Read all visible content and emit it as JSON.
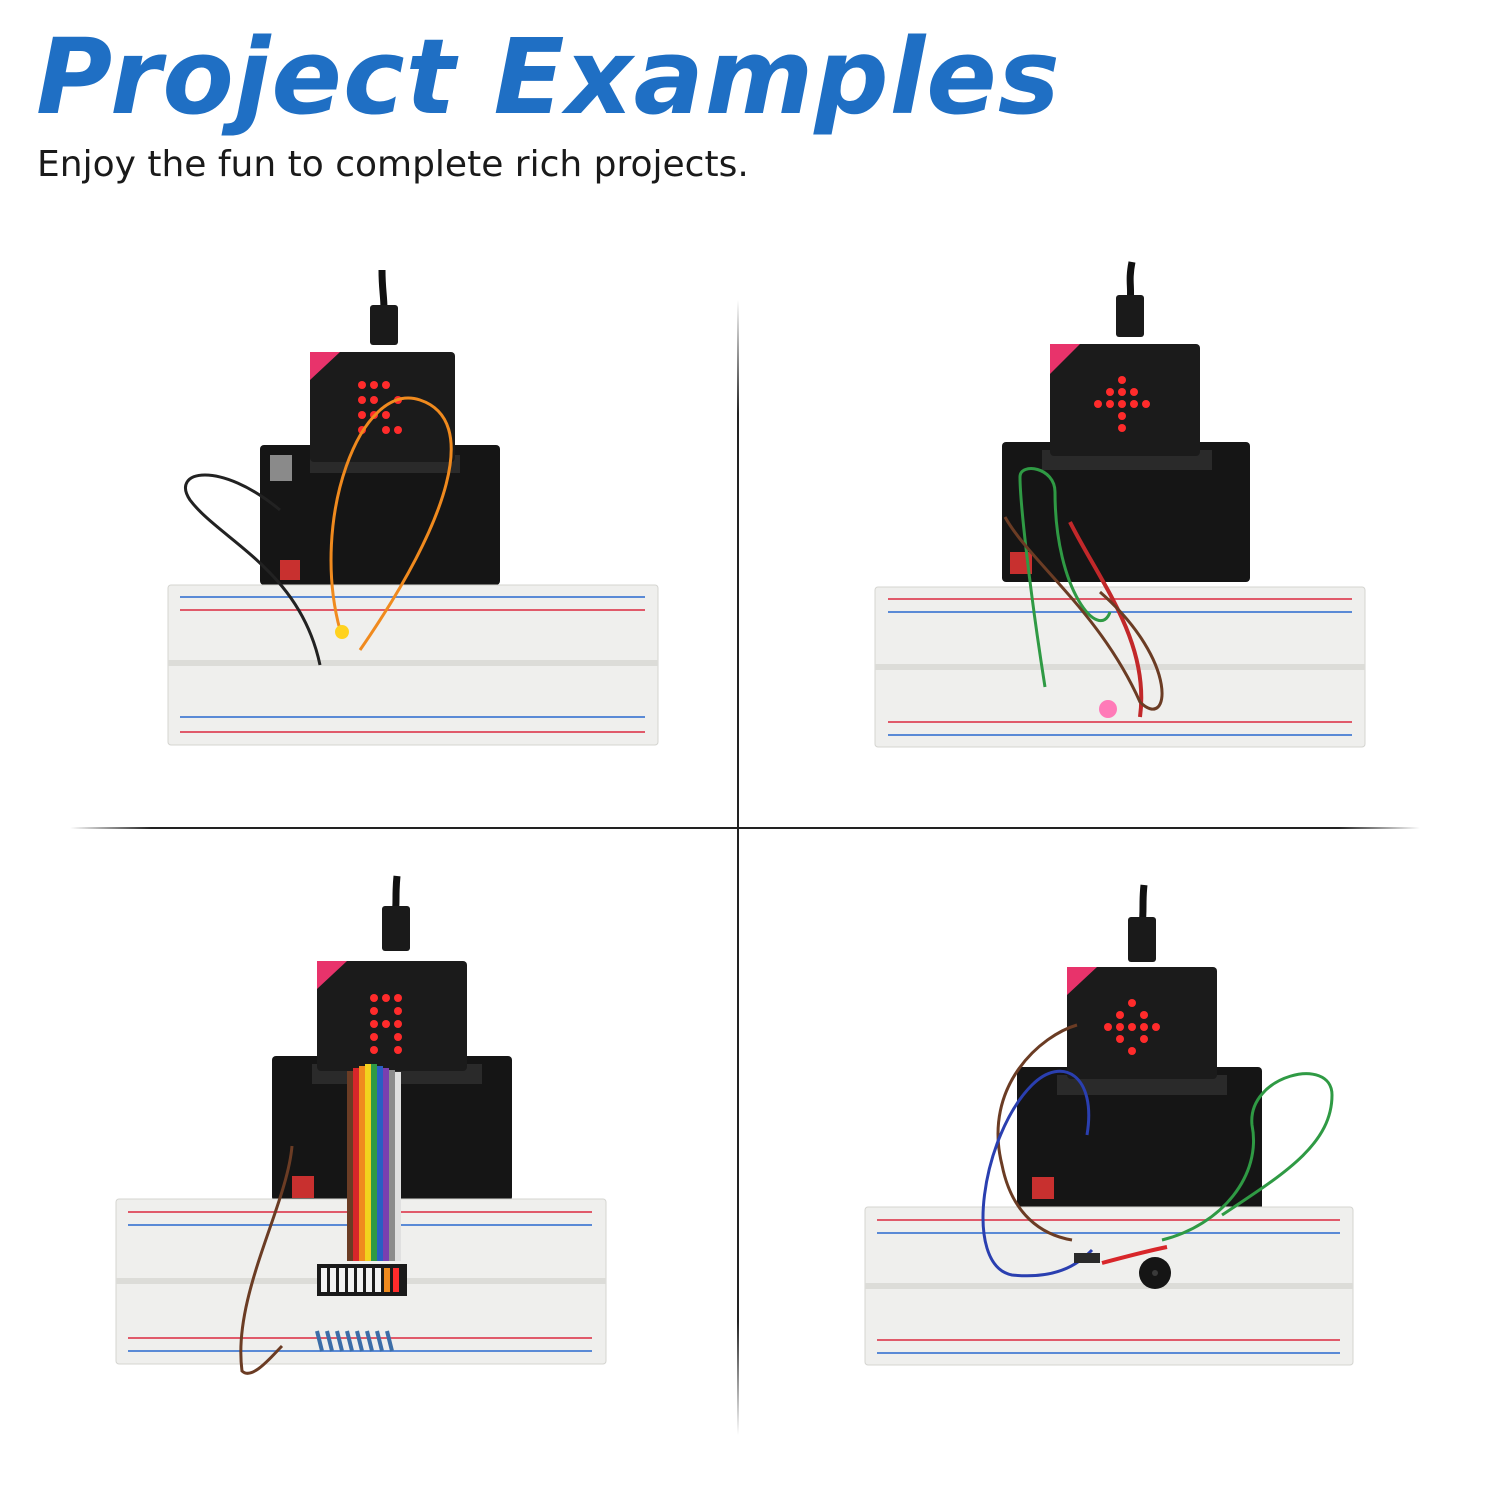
{
  "header": {
    "title": "Project Examples",
    "subtitle": "Enjoy the fun to complete rich projects."
  },
  "colors": {
    "title_blue": "#1f6fc4",
    "board_black": "#151515",
    "microbit_pink": "#e8336b",
    "led_red": "#ff2b2b",
    "breadboard_white": "#efefed",
    "rail_red": "#e05a6a",
    "rail_blue": "#5a8ad6"
  },
  "projects": [
    {
      "id": "led-project"
    },
    {
      "id": "rgb-led-project"
    },
    {
      "id": "led-bar-graph-project"
    },
    {
      "id": "buzzer-project"
    }
  ]
}
